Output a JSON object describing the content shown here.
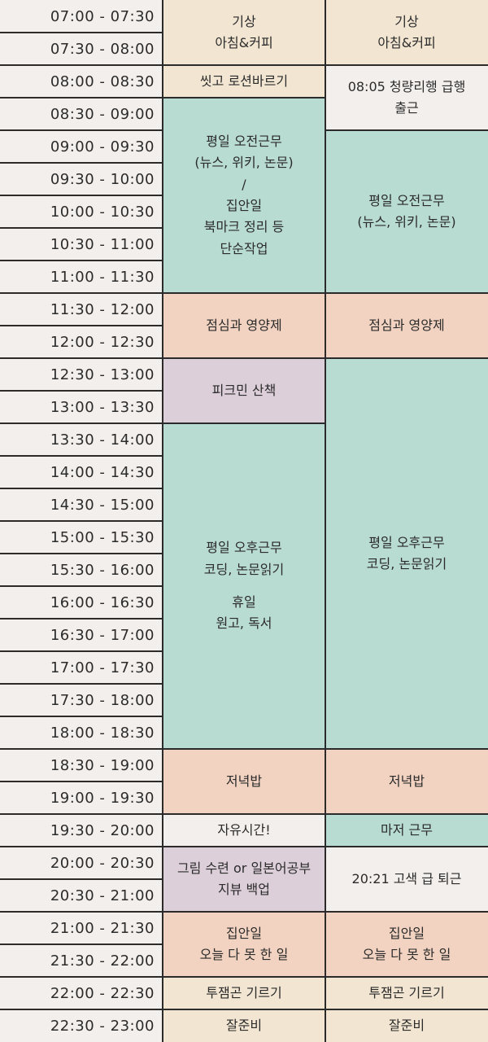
{
  "times": [
    "07:00 - 07:30",
    "07:30 - 08:00",
    "08:00 - 08:30",
    "08:30 - 09:00",
    "09:00 - 09:30",
    "09:30 - 10:00",
    "10:00 - 10:30",
    "10:30 - 11:00",
    "11:00 - 11:30",
    "11:30 - 12:00",
    "12:00 - 12:30",
    "12:30 - 13:00",
    "13:00 - 13:30",
    "13:30 - 14:00",
    "14:00 - 14:30",
    "14:30 - 15:00",
    "15:00 - 15:30",
    "15:30 - 16:00",
    "16:00 - 16:30",
    "16:30 - 17:00",
    "17:00 - 17:30",
    "17:30 - 18:00",
    "18:00 - 18:30",
    "18:30 - 19:00",
    "19:00 - 19:30",
    "19:30 - 20:00",
    "20:00 - 20:30",
    "20:30 - 21:00",
    "21:00 - 21:30",
    "21:30 - 22:00",
    "22:00 - 22:30",
    "22:30 - 23:00"
  ],
  "colors": {
    "cream": "#f2e6d3",
    "mint": "#b8dbd2",
    "peach": "#f2d3c1",
    "lavender": "#dccfd9",
    "light": "#f3efec",
    "line": "#2b2b2b"
  },
  "columns": [
    {
      "name": "left",
      "blocks": [
        {
          "start": 0,
          "span": 2,
          "color": "cream",
          "lines": [
            "기상",
            "아침&커피"
          ]
        },
        {
          "start": 2,
          "span": 1,
          "color": "cream",
          "lines": [
            "씻고 로션바르기"
          ]
        },
        {
          "start": 3,
          "span": 6,
          "color": "mint",
          "lines": [
            "평일 오전근무",
            "(뉴스, 위키, 논문)",
            "/",
            "집안일",
            "북마크 정리 등",
            "단순작업"
          ]
        },
        {
          "start": 9,
          "span": 2,
          "color": "peach",
          "lines": [
            "점심과 영양제"
          ]
        },
        {
          "start": 11,
          "span": 2,
          "color": "lavender",
          "lines": [
            "피크민 산책"
          ]
        },
        {
          "start": 13,
          "span": 10,
          "color": "mint",
          "lines": [
            "평일 오후근무",
            "코딩, 논문읽기",
            "",
            "휴일",
            "원고, 독서"
          ]
        },
        {
          "start": 23,
          "span": 2,
          "color": "peach",
          "lines": [
            "저녁밥"
          ]
        },
        {
          "start": 25,
          "span": 1,
          "color": "light",
          "lines": [
            "자유시간!"
          ]
        },
        {
          "start": 26,
          "span": 2,
          "color": "lavender",
          "lines": [
            "그림 수련 or 일본어공부",
            "지뷰 백업"
          ]
        },
        {
          "start": 28,
          "span": 2,
          "color": "peach",
          "lines": [
            "집안일",
            "오늘 다 못 한 일"
          ]
        },
        {
          "start": 30,
          "span": 1,
          "color": "cream",
          "lines": [
            "투잼곤 기르기"
          ]
        },
        {
          "start": 31,
          "span": 1,
          "color": "cream",
          "lines": [
            "잘준비"
          ]
        }
      ]
    },
    {
      "name": "right",
      "blocks": [
        {
          "start": 0,
          "span": 2,
          "color": "cream",
          "lines": [
            "기상",
            "아침&커피"
          ]
        },
        {
          "start": 2,
          "span": 2,
          "color": "light",
          "lines": [
            "08:05 청량리행 급행",
            "출근"
          ]
        },
        {
          "start": 4,
          "span": 5,
          "color": "mint",
          "lines": [
            "평일 오전근무",
            "(뉴스, 위키, 논문)"
          ]
        },
        {
          "start": 9,
          "span": 2,
          "color": "peach",
          "lines": [
            "점심과 영양제"
          ]
        },
        {
          "start": 11,
          "span": 12,
          "color": "mint",
          "lines": [
            "평일 오후근무",
            "코딩, 논문읽기"
          ]
        },
        {
          "start": 23,
          "span": 2,
          "color": "peach",
          "lines": [
            "저녁밥"
          ]
        },
        {
          "start": 25,
          "span": 1,
          "color": "mint",
          "lines": [
            "마저 근무"
          ]
        },
        {
          "start": 26,
          "span": 2,
          "color": "light",
          "lines": [
            "20:21 고색 급 퇴근"
          ]
        },
        {
          "start": 28,
          "span": 2,
          "color": "peach",
          "lines": [
            "집안일",
            "오늘 다 못 한 일"
          ]
        },
        {
          "start": 30,
          "span": 1,
          "color": "cream",
          "lines": [
            "투잼곤 기르기"
          ]
        },
        {
          "start": 31,
          "span": 1,
          "color": "cream",
          "lines": [
            "잘준비"
          ]
        }
      ]
    }
  ]
}
